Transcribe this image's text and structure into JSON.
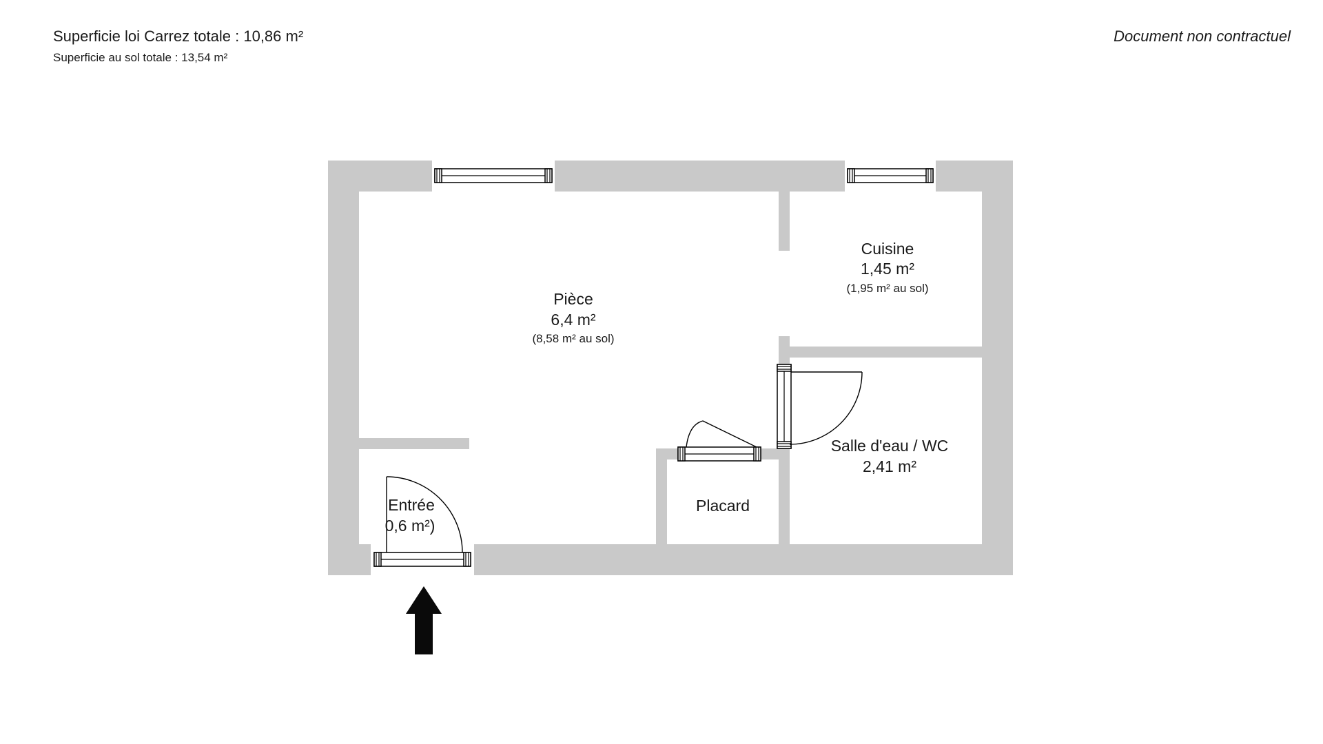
{
  "header": {
    "carrez_total": "Superficie loi Carrez totale : 10,86 m²",
    "floor_total": "Superficie au sol totale : 13,54 m²",
    "disclaimer": "Document non contractuel"
  },
  "rooms": {
    "piece": {
      "name": "Pièce",
      "area": "6,4 m²",
      "floor_area": "(8,58 m² au sol)"
    },
    "cuisine": {
      "name": "Cuisine",
      "area": "1,45 m²",
      "floor_area": "(1,95 m² au sol)"
    },
    "salle_eau": {
      "name": "Salle d'eau / WC",
      "area": "2,41 m²"
    },
    "placard": {
      "name": "Placard"
    },
    "entree": {
      "name": "Entrée",
      "area": "0,6 m²)"
    }
  },
  "colors": {
    "wall": "#c9c9c9",
    "outline": "#000000",
    "text": "#1a1a1a"
  }
}
